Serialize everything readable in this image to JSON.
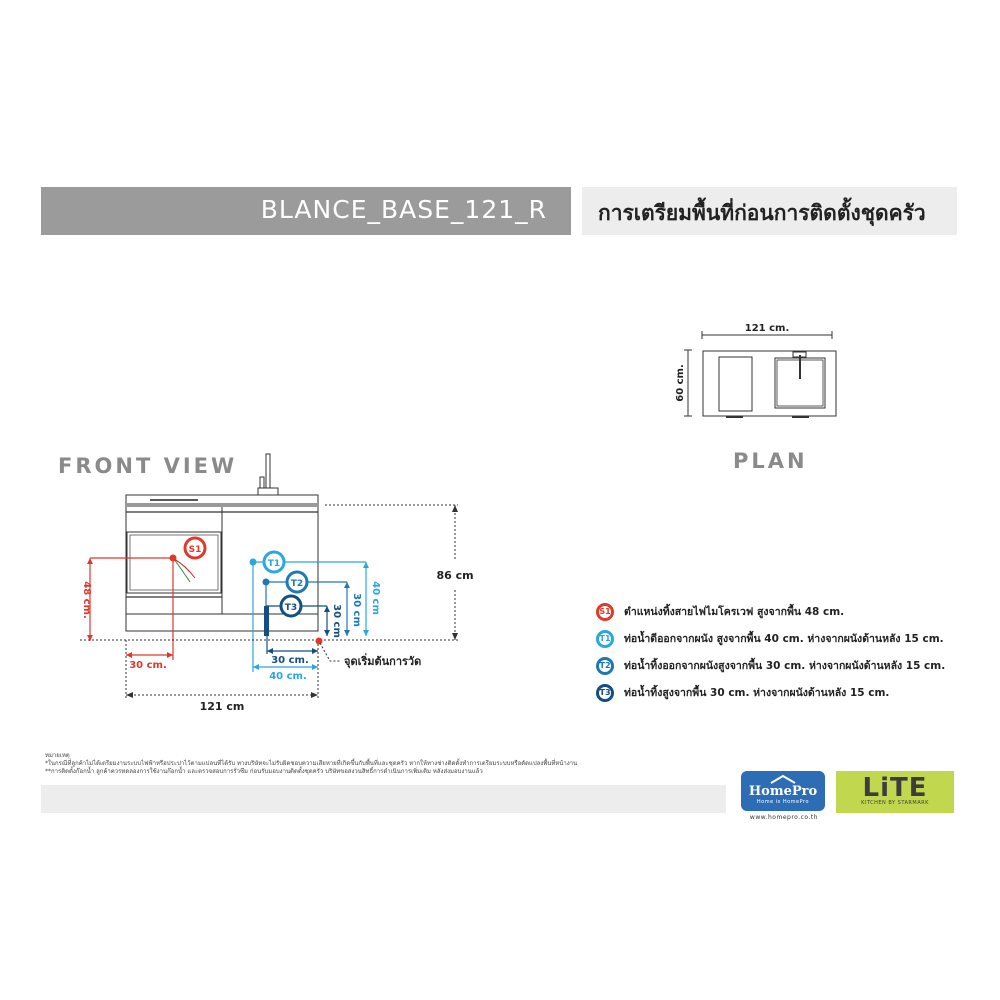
{
  "header": {
    "model_code": "BLANCE_BASE_121_R",
    "title_thai": "การเตรียมพื้นที่ก่อนการติดตั้งชุดครัว"
  },
  "plan": {
    "label": "PLAN",
    "width_label": "121 cm.",
    "depth_label": "60 cm."
  },
  "front_view": {
    "label": "FRONT VIEW",
    "height_label": "86 cm",
    "width_label": "121 cm",
    "s1_height_label": "48 cm.",
    "s1_offset_label": "30 cm.",
    "t1_height_label": "40 cm",
    "t2_height_label": "30 cm",
    "t3_height_label": "30 cm",
    "t3_offset_label": "30 cm.",
    "t1_offset_label": "40 cm.",
    "origin_label": "จุดเริ่มต้นการวัด",
    "markers": {
      "s1": "S1",
      "t1": "T1",
      "t2": "T2",
      "t3": "T3"
    }
  },
  "colors": {
    "s1": "#e0392b",
    "t1": "#29a8df",
    "t2": "#1f78b4",
    "t3": "#154f80",
    "header_dark": "#9b9b9b",
    "header_light": "#ededed",
    "homepro_blue": "#2d6db5",
    "lite_green": "#c1d84e"
  },
  "legend": [
    {
      "badge": "S1",
      "text": "ตำแหน่งทิ้งสายไฟไมโครเวฟ สูงจากพื้น 48 cm."
    },
    {
      "badge": "T1",
      "text": "ท่อน้ำดีออกจากผนัง สูงจากพื้น 40 cm. ห่างจากผนังด้านหลัง 15 cm."
    },
    {
      "badge": "T2",
      "text": "ท่อน้ำทิ้งออกจากผนังสูงจากพื้น 30 cm. ห่างจากผนังด้านหลัง 15 cm."
    },
    {
      "badge": "T3",
      "text": "ท่อน้ำทิ้งสูงจากพื้น 30 cm. ห่างจากผนังด้านหลัง 15 cm."
    }
  ],
  "notes": {
    "heading": "หมายเหตุ",
    "line1": "*ในกรณีที่ลูกค้าไม่ได้เตรียมงานระบบไฟฟ้าหรือประปาไว้ตามแปลนที่ได้รับ ทางบริษัทจะไม่รับผิดชอบความเสียหายที่เกิดขึ้นกับพื้นที่และชุดครัว หากให้ทางช่างติดตั้งทำการเตรียมระบบหรือดัดแปลงพื้นที่หน้างาน",
    "line2": "**การติดตั้งก๊อกน้ำ ลูกค้าควรทดลองการใช้งานก๊อกน้ำ และตรวจสอบการรั่วซึม ก่อนรับมอบงานติดตั้งชุดครัว บริษัทขอสงวนสิทธิ์การดำเนินการเพิ่มเติม หลังส่งมอบงานแล้ว"
  },
  "logos": {
    "homepro": {
      "brand": "HomePro",
      "slogan": "Home is HomePro",
      "url": "www.homepro.co.th"
    },
    "lite": {
      "brand": "LiTE",
      "sub": "KITCHEN BY STARMARK"
    }
  }
}
